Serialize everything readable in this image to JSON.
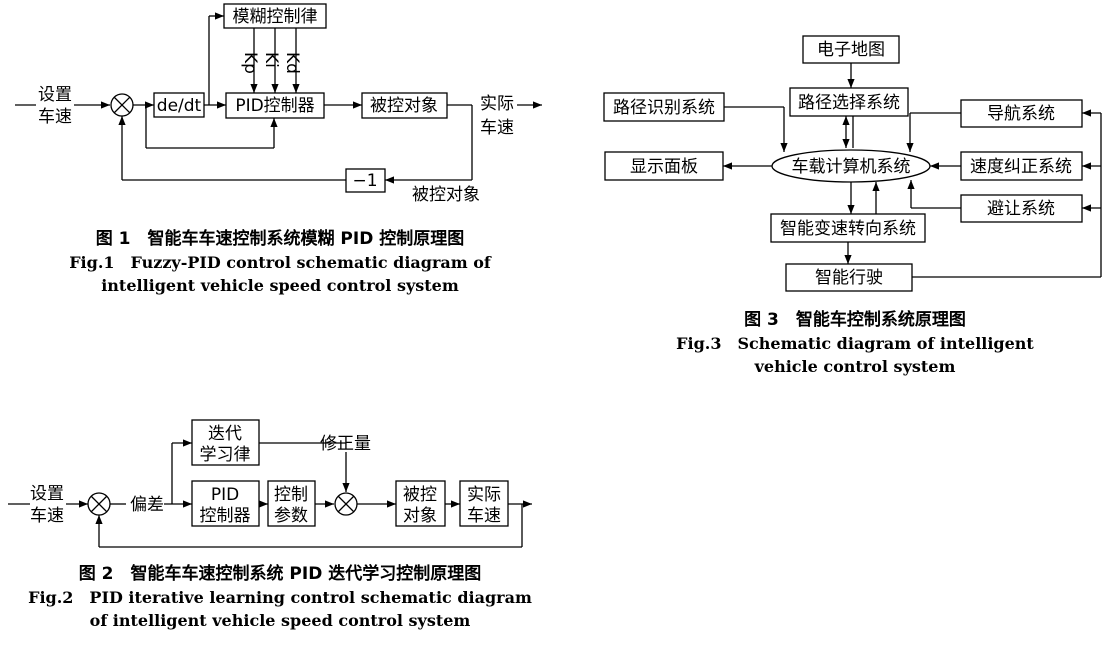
{
  "fig1": {
    "input_line1": "设置",
    "input_line2": "车速",
    "derivative": "de/dt",
    "fuzzy_law": "模糊控制律",
    "kp": "Kp",
    "ki": "Ki",
    "kd": "Kd",
    "pid": "PID控制器",
    "plant": "被控对象",
    "output_line1": "实际",
    "output_line2": "车速",
    "gain": "−1",
    "feedback_label": "被控对象",
    "caption_cn": "图 1　智能车车速控制系统模糊 PID 控制原理图",
    "caption_en1": "Fig.1　Fuzzy-PID control schematic diagram of",
    "caption_en2": "intelligent vehicle speed control system"
  },
  "fig2": {
    "input_line1": "设置",
    "input_line2": "车速",
    "error": "偏差",
    "iter_line1": "迭代",
    "iter_line2": "学习律",
    "correction": "修正量",
    "pid_line1": "PID",
    "pid_line2": "控制器",
    "param_line1": "控制",
    "param_line2": "参数",
    "plant_line1": "被控",
    "plant_line2": "对象",
    "speed_line1": "实际",
    "speed_line2": "车速",
    "caption_cn": "图 2　智能车车速控制系统 PID 迭代学习控制原理图",
    "caption_en1": "Fig.2　PID iterative learning control schematic diagram",
    "caption_en2": "of intelligent vehicle speed control system"
  },
  "fig3": {
    "emap": "电子地图",
    "path_sel": "路径选择系统",
    "path_rec": "路径识别系统",
    "nav": "导航系统",
    "display": "显示面板",
    "computer": "车载计算机系统",
    "speed_corr": "速度纠正系统",
    "avoid": "避让系统",
    "shift": "智能变速转向系统",
    "drive": "智能行驶",
    "caption_cn": "图 3　智能车控制系统原理图",
    "caption_en1": "Fig.3　Schematic diagram of intelligent",
    "caption_en2": "vehicle control system"
  }
}
